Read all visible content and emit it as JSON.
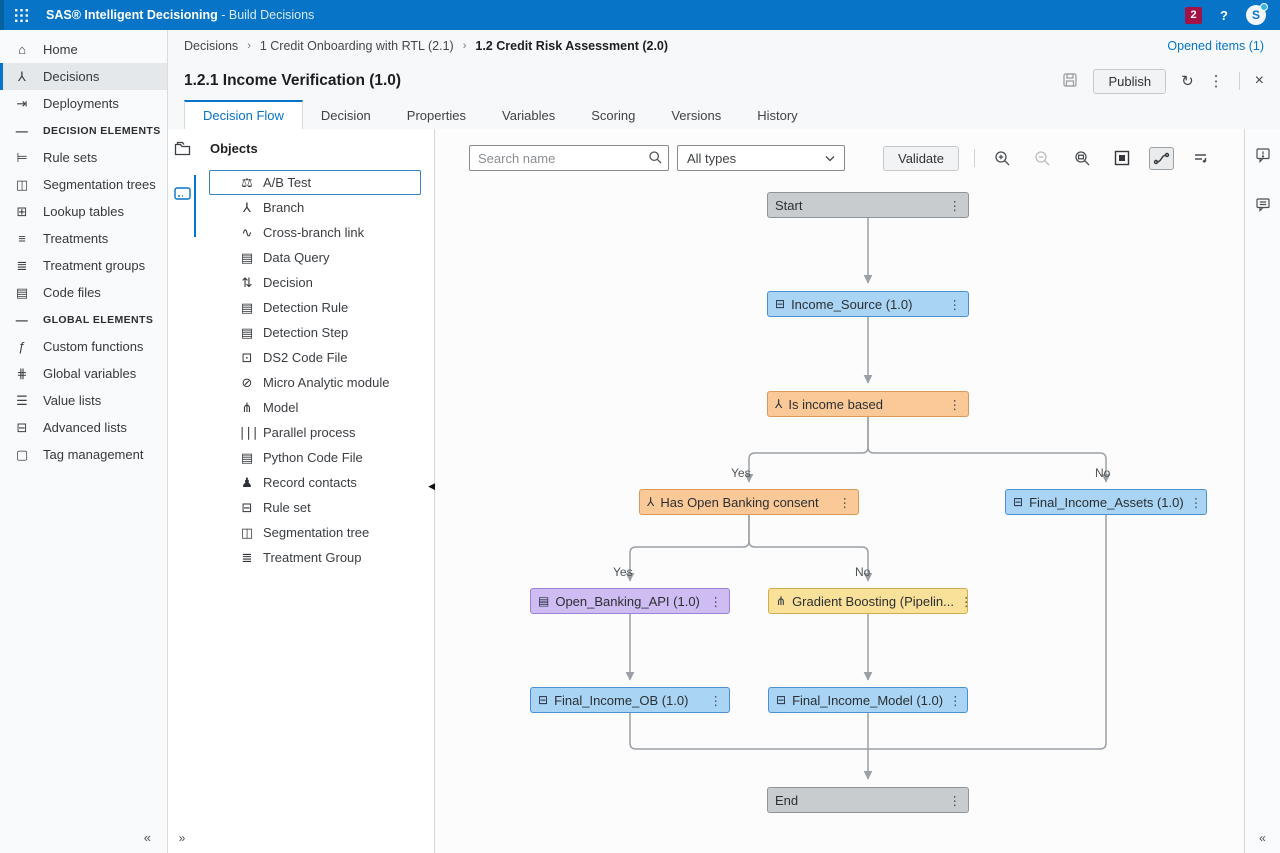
{
  "colors": {
    "accent": "#0774c8",
    "badge": "#a31246",
    "node": {
      "gray": {
        "bg": "#c9cccf",
        "border": "#8e9499"
      },
      "blue": {
        "bg": "#a9d4f4",
        "border": "#4a90d5"
      },
      "orange": {
        "bg": "#fbc997",
        "border": "#db9a58"
      },
      "purple": {
        "bg": "#cfbcf2",
        "border": "#9b82d8"
      },
      "yellow": {
        "bg": "#fae19a",
        "border": "#d0ad52"
      }
    }
  },
  "topbar": {
    "app_title": "SAS® Intelligent Decisioning",
    "app_subtitle": "- Build Decisions",
    "notification_count": "2",
    "help_label": "?",
    "avatar_initial": "S"
  },
  "breadcrumb": {
    "items": [
      "Decisions",
      "1 Credit Onboarding with RTL (2.1)",
      "1.2 Credit Risk Assessment (2.0)"
    ],
    "opened_items": "Opened items (1)"
  },
  "page": {
    "title": "1.2.1 Income Verification (1.0)",
    "publish_label": "Publish"
  },
  "tabs": [
    {
      "label": "Decision Flow",
      "active": true
    },
    {
      "label": "Decision"
    },
    {
      "label": "Properties"
    },
    {
      "label": "Variables"
    },
    {
      "label": "Scoring"
    },
    {
      "label": "Versions"
    },
    {
      "label": "History"
    }
  ],
  "sidebar": {
    "items": [
      {
        "label": "Home",
        "icon": "home-icon",
        "type": "item"
      },
      {
        "label": "Decisions",
        "icon": "decisions-icon",
        "type": "item",
        "selected": true
      },
      {
        "label": "Deployments",
        "icon": "deployments-icon",
        "type": "item"
      },
      {
        "label": "DECISION ELEMENTS",
        "icon": "section-dash-icon",
        "type": "header"
      },
      {
        "label": "Rule sets",
        "icon": "rule-sets-icon",
        "type": "item"
      },
      {
        "label": "Segmentation trees",
        "icon": "segmentation-trees-icon",
        "type": "item"
      },
      {
        "label": "Lookup tables",
        "icon": "lookup-tables-icon",
        "type": "item"
      },
      {
        "label": "Treatments",
        "icon": "treatments-icon",
        "type": "item"
      },
      {
        "label": "Treatment groups",
        "icon": "treatment-groups-icon",
        "type": "item"
      },
      {
        "label": "Code files",
        "icon": "code-files-icon",
        "type": "item"
      },
      {
        "label": "GLOBAL ELEMENTS",
        "icon": "section-dash-icon",
        "type": "header"
      },
      {
        "label": "Custom functions",
        "icon": "custom-functions-icon",
        "type": "item"
      },
      {
        "label": "Global variables",
        "icon": "global-variables-icon",
        "type": "item"
      },
      {
        "label": "Value lists",
        "icon": "value-lists-icon",
        "type": "item"
      },
      {
        "label": "Advanced lists",
        "icon": "advanced-lists-icon",
        "type": "item"
      },
      {
        "label": "Tag management",
        "icon": "tag-management-icon",
        "type": "item"
      }
    ],
    "collapse_glyph": "«"
  },
  "objects_panel": {
    "title": "Objects",
    "items": [
      {
        "label": "A/B Test",
        "icon": "ab-test-icon",
        "selected": true
      },
      {
        "label": "Branch",
        "icon": "branch-icon"
      },
      {
        "label": "Cross-branch link",
        "icon": "cross-branch-link-icon"
      },
      {
        "label": "Data Query",
        "icon": "data-query-icon"
      },
      {
        "label": "Decision",
        "icon": "decision-icon"
      },
      {
        "label": "Detection Rule",
        "icon": "detection-rule-icon"
      },
      {
        "label": "Detection Step",
        "icon": "detection-step-icon"
      },
      {
        "label": "DS2 Code File",
        "icon": "ds2-code-file-icon"
      },
      {
        "label": "Micro Analytic module",
        "icon": "micro-analytic-module-icon"
      },
      {
        "label": "Model",
        "icon": "model-icon"
      },
      {
        "label": "Parallel process",
        "icon": "parallel-process-icon"
      },
      {
        "label": "Python Code File",
        "icon": "python-code-file-icon"
      },
      {
        "label": "Record contacts",
        "icon": "record-contacts-icon"
      },
      {
        "label": "Rule set",
        "icon": "rule-set-icon"
      },
      {
        "label": "Segmentation tree",
        "icon": "segmentation-tree-icon"
      },
      {
        "label": "Treatment Group",
        "icon": "treatment-group-icon"
      }
    ],
    "expand_glyph": "»"
  },
  "canvas_toolbar": {
    "search_placeholder": "Search name",
    "type_filter_value": "All types",
    "validate_label": "Validate"
  },
  "flow": {
    "nodes": [
      {
        "id": "start",
        "label": "Start",
        "kind": "gray",
        "icon": null
      },
      {
        "id": "income_source",
        "label": "Income_Source (1.0)",
        "kind": "blue",
        "icon": "rule-set-icon"
      },
      {
        "id": "is_income_based",
        "label": "Is income based",
        "kind": "orange",
        "icon": "branch-icon"
      },
      {
        "id": "has_open_banking_consent",
        "label": "Has Open Banking consent",
        "kind": "orange",
        "icon": "branch-icon"
      },
      {
        "id": "final_income_assets",
        "label": "Final_Income_Assets (1.0)",
        "kind": "blue",
        "icon": "rule-set-icon"
      },
      {
        "id": "open_banking_api",
        "label": "Open_Banking_API (1.0)",
        "kind": "purple",
        "icon": "data-query-icon"
      },
      {
        "id": "gradient_boosting",
        "label": "Gradient Boosting (Pipelin...",
        "kind": "yellow",
        "icon": "model-icon"
      },
      {
        "id": "final_income_ob",
        "label": "Final_Income_OB (1.0)",
        "kind": "blue",
        "icon": "rule-set-icon"
      },
      {
        "id": "final_income_model",
        "label": "Final_Income_Model (1.0)",
        "kind": "blue",
        "icon": "rule-set-icon"
      },
      {
        "id": "end",
        "label": "End",
        "kind": "gray",
        "icon": null
      }
    ],
    "edges": [
      {
        "from": "Start",
        "to": "Income_Source (1.0)"
      },
      {
        "from": "Income_Source (1.0)",
        "to": "Is income based"
      },
      {
        "from": "Is income based",
        "to": "Has Open Banking consent",
        "label": "Yes"
      },
      {
        "from": "Is income based",
        "to": "Final_Income_Assets (1.0)",
        "label": "No"
      },
      {
        "from": "Has Open Banking consent",
        "to": "Open_Banking_API (1.0)",
        "label": "Yes"
      },
      {
        "from": "Has Open Banking consent",
        "to": "Gradient Boosting (Pipelin...",
        "label": "No"
      },
      {
        "from": "Open_Banking_API (1.0)",
        "to": "Final_Income_OB (1.0)"
      },
      {
        "from": "Gradient Boosting (Pipelin...",
        "to": "Final_Income_Model (1.0)"
      },
      {
        "from": "Final_Income_OB (1.0)",
        "to": "End"
      },
      {
        "from": "Final_Income_Model (1.0)",
        "to": "End"
      },
      {
        "from": "Final_Income_Assets (1.0)",
        "to": "End"
      }
    ],
    "edge_labels": [
      {
        "id": "branch-yes",
        "text": "Yes"
      },
      {
        "id": "branch-no",
        "text": "No"
      },
      {
        "id": "consent-yes",
        "text": "Yes"
      },
      {
        "id": "consent-no",
        "text": "No"
      }
    ]
  },
  "rails": {
    "right_collapse_glyph": "«"
  }
}
